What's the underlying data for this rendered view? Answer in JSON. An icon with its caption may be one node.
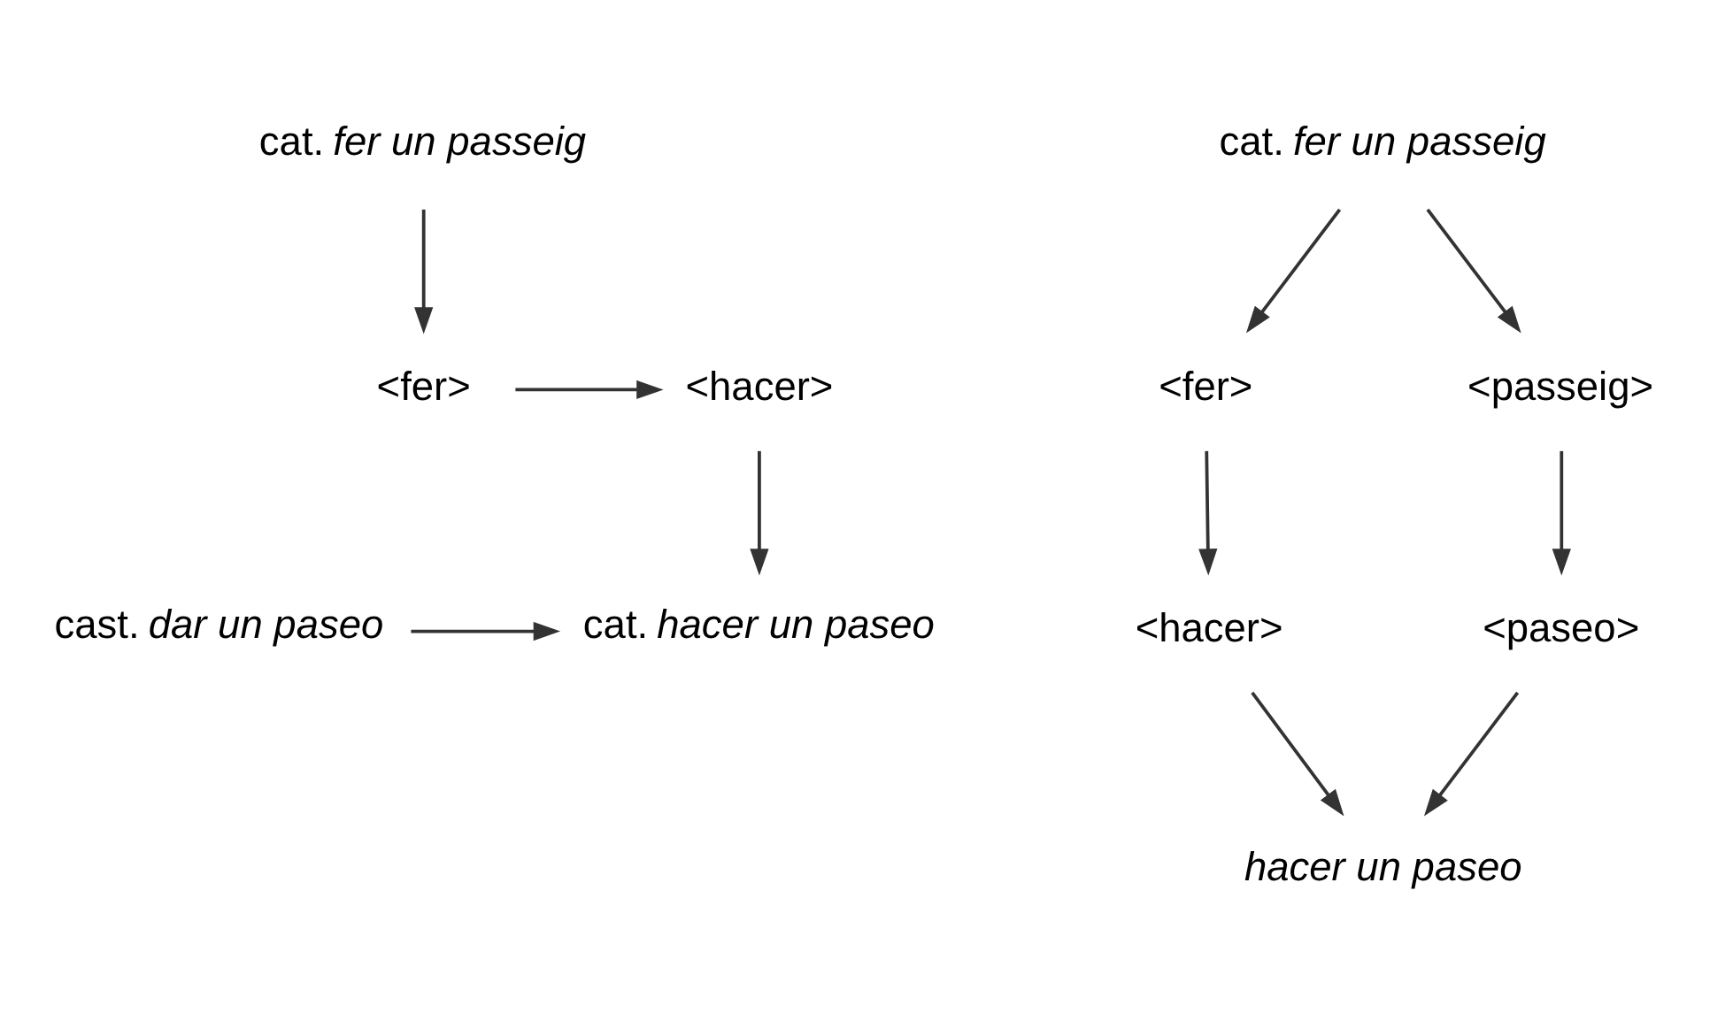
{
  "diagram": {
    "nodes": [
      {
        "text": [
          "cat. *fer un passeig*"
        ]
      },
      {
        "text": [
          "<fer>"
        ]
      },
      {
        "text": [
          "<hacer>"
        ]
      },
      {
        "text": [
          "cast. *dar un paseo*"
        ]
      },
      {
        "text": [
          "cat. *hacer un paseo*"
        ]
      },
      {
        "text": [
          "cat. *fer un passeig*"
        ]
      },
      {
        "text": [
          "<fer>"
        ]
      },
      {
        "text": [
          "<passeig>"
        ]
      },
      {
        "text": [
          "<hacer>"
        ]
      },
      {
        "text": [
          "<paseo>"
        ]
      },
      {
        "text": [
          "hacer un paseo"
        ]
      }
    ],
    "edges": [
      {
        "from": 0,
        "to": 1,
        "arrow": "to"
      },
      {
        "from": 1,
        "to": 2,
        "arrow": "to"
      },
      {
        "from": 2,
        "to": 4,
        "arrow": "to"
      },
      {
        "from": 3,
        "to": 4,
        "arrow": "to"
      },
      {
        "from": 5,
        "to": 6,
        "arrow": "to"
      },
      {
        "from": 5,
        "to": 7,
        "arrow": "to"
      },
      {
        "from": 6,
        "to": 8,
        "arrow": "to"
      },
      {
        "from": 7,
        "to": 9,
        "arrow": "to"
      },
      {
        "from": 8,
        "to": 10,
        "arrow": "to"
      },
      {
        "from": 9,
        "to": 10,
        "arrow": "to"
      }
    ]
  }
}
